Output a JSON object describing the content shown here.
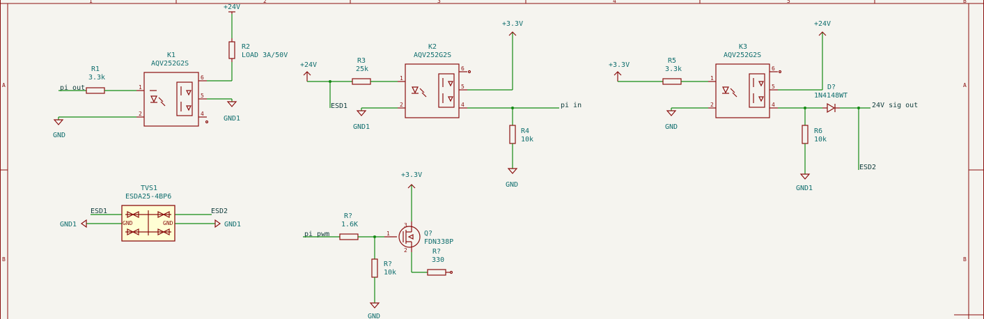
{
  "frame": {
    "top_zones": [
      "1",
      "2",
      "3",
      "4",
      "5"
    ],
    "right_zones": [
      "A",
      "B"
    ],
    "left_zones": [
      "A",
      "B"
    ],
    "corner_b": "B"
  },
  "power": {
    "p24_top": "+24V",
    "p24_k2": "+24V",
    "p33_k2": "+3.3V",
    "p33_k3": "+3.3V",
    "p24_k3": "+24V",
    "p33_q": "+3.3V",
    "gnd_k1": "GND",
    "gnd1_k1": "GND1",
    "gnd1_k2": "GND1",
    "gnd_r4": "GND",
    "gnd_k3": "GND",
    "gnd1_r6": "GND1",
    "gnd1_tvs_l": "GND1",
    "gnd1_tvs_r": "GND1",
    "gnd_r7b": "GND"
  },
  "components": {
    "r1": {
      "ref": "R1",
      "value": "3.3k"
    },
    "r2": {
      "ref": "R2",
      "value": "LOAD 3A/50V"
    },
    "k1": {
      "ref": "K1",
      "value": "AQV252G2S"
    },
    "r3": {
      "ref": "R3",
      "value": "25k"
    },
    "k2": {
      "ref": "K2",
      "value": "AQV252G2S"
    },
    "r4": {
      "ref": "R4",
      "value": "10k"
    },
    "r5": {
      "ref": "R5",
      "value": "3.3k"
    },
    "k3": {
      "ref": "K3",
      "value": "AQV252G2S"
    },
    "d1": {
      "ref": "D?",
      "value": "1N4148WT"
    },
    "r6": {
      "ref": "R6",
      "value": "10k"
    },
    "tvs1": {
      "ref": "TVS1",
      "value": "ESDA25-4BP6"
    },
    "r7a": {
      "ref": "R?",
      "value": "1.6K"
    },
    "q1": {
      "ref": "Q?",
      "value": "FDN338P"
    },
    "r7b": {
      "ref": "R?",
      "value": "10k"
    },
    "r7c": {
      "ref": "R?",
      "value": "330"
    }
  },
  "nets": {
    "pi_out": "pi out",
    "pi_in": "pi in",
    "esd1_k2": "ESD1",
    "sig24": "24V sig out",
    "esd2_k3": "ESD2",
    "esd1_tvs": "ESD1",
    "esd2_tvs": "ESD2",
    "pi_pwm": "pi pwm"
  },
  "tvs_pins": {
    "gnd_left": "GND",
    "gnd_right": "GND"
  },
  "pin_numbers": {
    "k_1": "1",
    "k_2": "2",
    "k_4": "4",
    "k_5": "5",
    "k_6": "6",
    "q_1": "1",
    "q_2": "2",
    "q_3": "3"
  }
}
